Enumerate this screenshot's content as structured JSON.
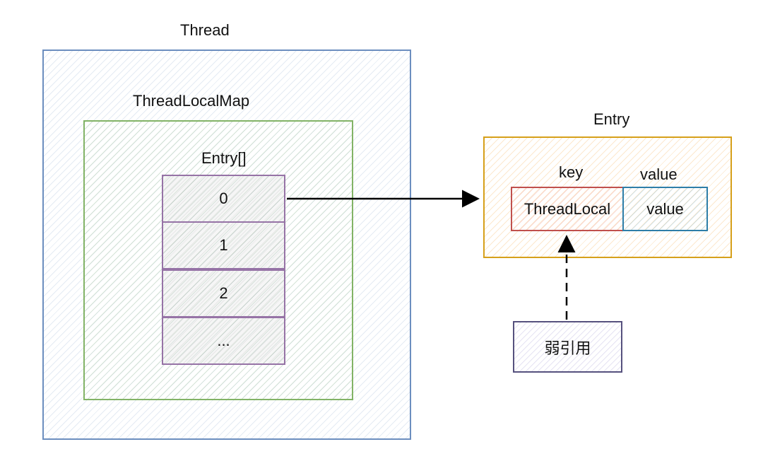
{
  "thread": {
    "title": "Thread"
  },
  "map": {
    "title": "ThreadLocalMap"
  },
  "array": {
    "title": "Entry[]",
    "cells": [
      "0",
      "1",
      "2",
      "..."
    ]
  },
  "entry": {
    "title": "Entry",
    "key_header": "key",
    "value_header": "value",
    "key_cell": "ThreadLocal",
    "value_cell": "value"
  },
  "weak_ref": {
    "label": "弱引用"
  },
  "colors": {
    "thread_border": "#6c8ebf",
    "map_border": "#82b366",
    "array_border": "#9673a6",
    "entry_border": "#d6a01a",
    "key_border": "#c0504d",
    "value_border": "#2e7ea8",
    "weak_border": "#56517e"
  }
}
